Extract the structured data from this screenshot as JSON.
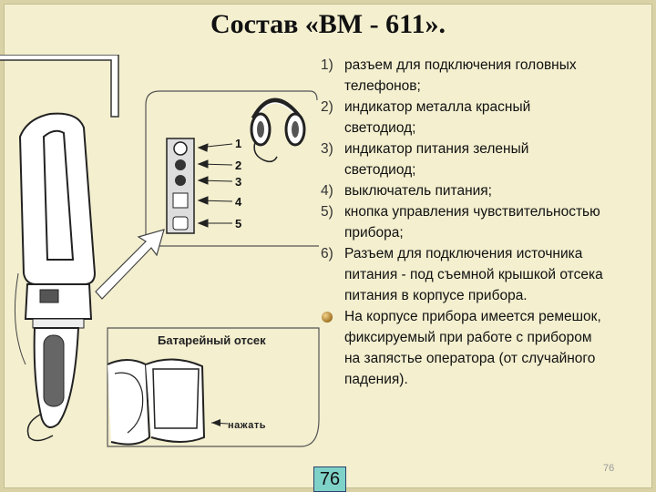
{
  "title": "Состав «ВМ - 611».",
  "figure": {
    "callouts": [
      "1",
      "2",
      "3",
      "4",
      "5"
    ],
    "battery_label": "Батарейный отсек",
    "press_label": "нажать"
  },
  "items": [
    {
      "number": "1)",
      "text": "разъем для подключения головных",
      "cont": "телефонов;"
    },
    {
      "number": "2)",
      "text": "индикатор металла красный",
      "cont": "светодиод;"
    },
    {
      "number": "3)",
      "text": "индикатор питания зеленый",
      "cont": "светодиод;"
    },
    {
      "number": "4)",
      "text": "выключатель питания;",
      "cont": ""
    },
    {
      "number": "5)",
      "text": "кнопка управления чувствительностью",
      "cont": "прибора;"
    },
    {
      "number": "6)",
      "text": "Разъем для подключения источника",
      "cont": "питания - под съемной крышкой отсека",
      "cont2": "питания в корпусе прибора."
    }
  ],
  "note": {
    "line1": "На корпусе прибора имеется ремешок,",
    "line2": "фиксируемый при работе с прибором",
    "line3": "на запястье оператора (от случайного",
    "line4": "падения)."
  },
  "slide_number": "76",
  "page_number": "76"
}
